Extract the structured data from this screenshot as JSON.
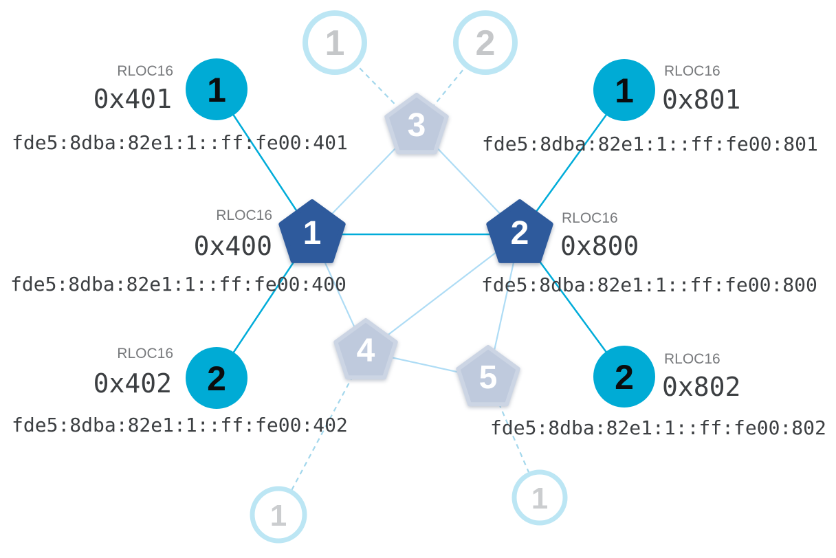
{
  "diagram": {
    "type": "thread-network-topology",
    "colors": {
      "router_active": "#2e5a9c",
      "router_inactive": "#bfcadd",
      "child_node": "#00abd5",
      "ghost_ring": "#bce6f4",
      "link_strong": "#00acd9",
      "link_router": "#aedcf5",
      "link_dashed": "#a3d7ec",
      "label_gray": "#77797c",
      "text_dark": "#3c3f42"
    },
    "routers": [
      {
        "id": "router-1",
        "number": "1",
        "state": "active",
        "rloc16_label": "RLOC16",
        "rloc16": "0x400",
        "ipv6": "fde5:8dba:82e1:1::ff:fe00:400"
      },
      {
        "id": "router-2",
        "number": "2",
        "state": "active",
        "rloc16_label": "RLOC16",
        "rloc16": "0x800",
        "ipv6": "fde5:8dba:82e1:1::ff:fe00:800"
      },
      {
        "id": "router-3",
        "number": "3",
        "state": "inactive"
      },
      {
        "id": "router-4",
        "number": "4",
        "state": "inactive"
      },
      {
        "id": "router-5",
        "number": "5",
        "state": "inactive"
      }
    ],
    "children": [
      {
        "id": "child-401",
        "number": "1",
        "parent": "router-1",
        "rloc16_label": "RLOC16",
        "rloc16": "0x401",
        "ipv6": "fde5:8dba:82e1:1::ff:fe00:401"
      },
      {
        "id": "child-402",
        "number": "2",
        "parent": "router-1",
        "rloc16_label": "RLOC16",
        "rloc16": "0x402",
        "ipv6": "fde5:8dba:82e1:1::ff:fe00:402"
      },
      {
        "id": "child-801",
        "number": "1",
        "parent": "router-2",
        "rloc16_label": "RLOC16",
        "rloc16": "0x801",
        "ipv6": "fde5:8dba:82e1:1::ff:fe00:801"
      },
      {
        "id": "child-802",
        "number": "2",
        "parent": "router-2",
        "rloc16_label": "RLOC16",
        "rloc16": "0x802",
        "ipv6": "fde5:8dba:82e1:1::ff:fe00:802"
      }
    ],
    "ghosts": [
      {
        "id": "ghost-top-1",
        "number": "1",
        "parent": "router-3"
      },
      {
        "id": "ghost-top-2",
        "number": "2",
        "parent": "router-3"
      },
      {
        "id": "ghost-bottom-left-1",
        "number": "1",
        "parent": "router-4"
      },
      {
        "id": "ghost-bottom-right-1",
        "number": "1",
        "parent": "router-5"
      }
    ],
    "links": {
      "strong": [
        [
          "child-401",
          "router-1"
        ],
        [
          "child-402",
          "router-1"
        ],
        [
          "child-801",
          "router-2"
        ],
        [
          "child-802",
          "router-2"
        ],
        [
          "router-1",
          "router-2"
        ]
      ],
      "router": [
        [
          "router-1",
          "router-3"
        ],
        [
          "router-2",
          "router-3"
        ],
        [
          "router-1",
          "router-4"
        ],
        [
          "router-2",
          "router-4"
        ],
        [
          "router-4",
          "router-5"
        ],
        [
          "router-2",
          "router-5"
        ]
      ],
      "dashed": [
        [
          "ghost-top-1",
          "router-3"
        ],
        [
          "ghost-top-2",
          "router-3"
        ],
        [
          "router-4",
          "ghost-bottom-left-1"
        ],
        [
          "router-5",
          "ghost-bottom-right-1"
        ]
      ]
    }
  }
}
